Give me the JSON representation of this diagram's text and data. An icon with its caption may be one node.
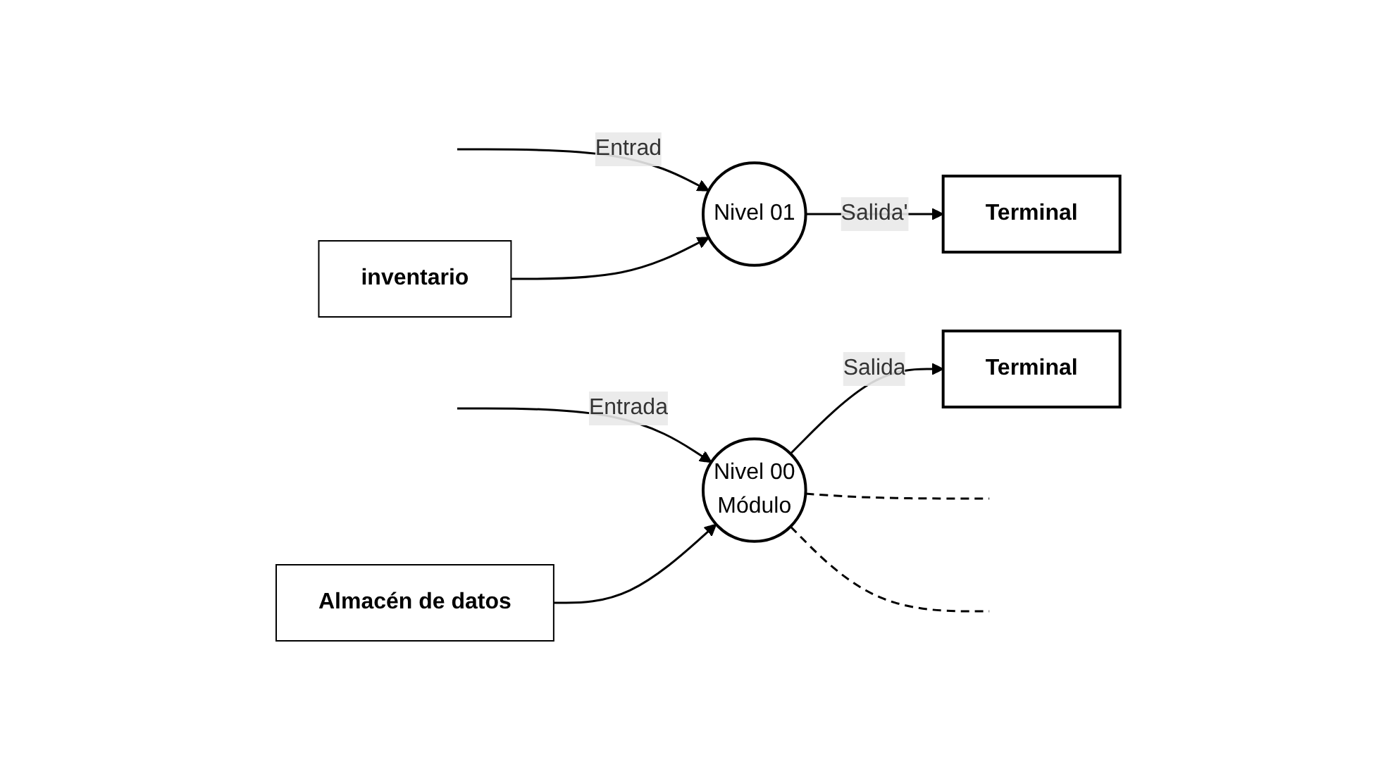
{
  "diagram": {
    "nodes": [
      {
        "text": [
          "Nivel 01"
        ]
      },
      {
        "text": [
          "Terminal"
        ]
      },
      {
        "text": [
          "inventario"
        ]
      },
      {
        "text": [
          "Nivel 00",
          "Módulo"
        ]
      },
      {
        "text": [
          "Terminal"
        ]
      },
      {
        "text": [
          "Almacén de datos"
        ]
      }
    ],
    "edges": [
      {
        "from": null,
        "to": 0,
        "arrow": "to",
        "label": "Entrad"
      },
      {
        "from": 0,
        "to": 1,
        "arrow": "to",
        "label": "Salida'"
      },
      {
        "from": 2,
        "to": 0,
        "arrow": "to"
      },
      {
        "from": null,
        "to": 3,
        "arrow": "to",
        "label": "Entrada"
      },
      {
        "from": 3,
        "to": 4,
        "arrow": "to",
        "label": "Salida"
      },
      {
        "from": 5,
        "to": 3,
        "arrow": "to"
      },
      {
        "from": 3,
        "to": null,
        "arrow": "none",
        "style": "dashed"
      },
      {
        "from": 3,
        "to": null,
        "arrow": "none",
        "style": "dashed"
      }
    ]
  }
}
